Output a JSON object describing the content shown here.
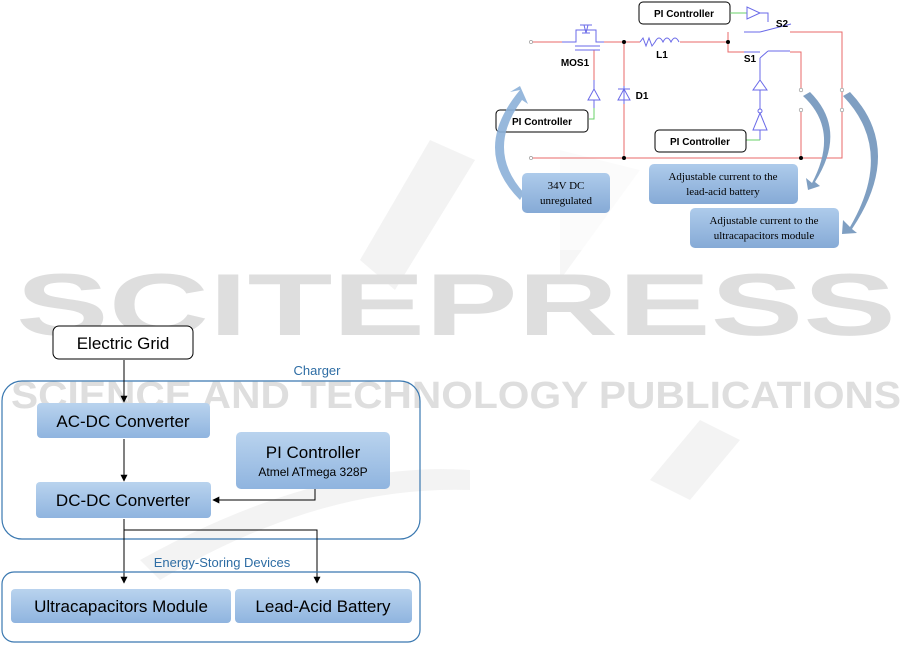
{
  "watermark": {
    "title": "SCITEPRESS",
    "subtitle": "SCIENCE AND TECHNOLOGY PUBLICATIONS"
  },
  "block_diagram": {
    "source": "Electric Grid",
    "charger_group_label": "Charger",
    "ac_dc": "AC-DC Converter",
    "dc_dc": "DC-DC Converter",
    "pi_controller_title": "PI Controller",
    "pi_controller_sub": "Atmel ATmega 328P",
    "storage_group_label": "Energy-Storing Devices",
    "ultracap": "Ultracapacitors Module",
    "battery": "Lead-Acid Battery"
  },
  "circuit": {
    "pi_top": "PI Controller",
    "pi_left": "PI Controller",
    "pi_bottom": "PI Controller",
    "mos": "MOS1",
    "inductor": "L1",
    "diode": "D1",
    "switch1": "S1",
    "switch2": "S2",
    "input_line1": "34V DC",
    "input_line2": "unregulated",
    "battery_line1": "Adjustable current to the",
    "battery_line2": "lead-acid battery",
    "ultracap_line1": "Adjustable current to the",
    "ultracap_line2": "ultracapacitors module"
  },
  "colors": {
    "wire_red": "#e86a6a",
    "wire_blue": "#6a6ae8",
    "wire_green": "#6ad06a",
    "callout_blue": "#9cbde0",
    "group_border": "#3a78b0",
    "group_label": "#2e6da4",
    "block_fill": "#a9c6e8"
  }
}
